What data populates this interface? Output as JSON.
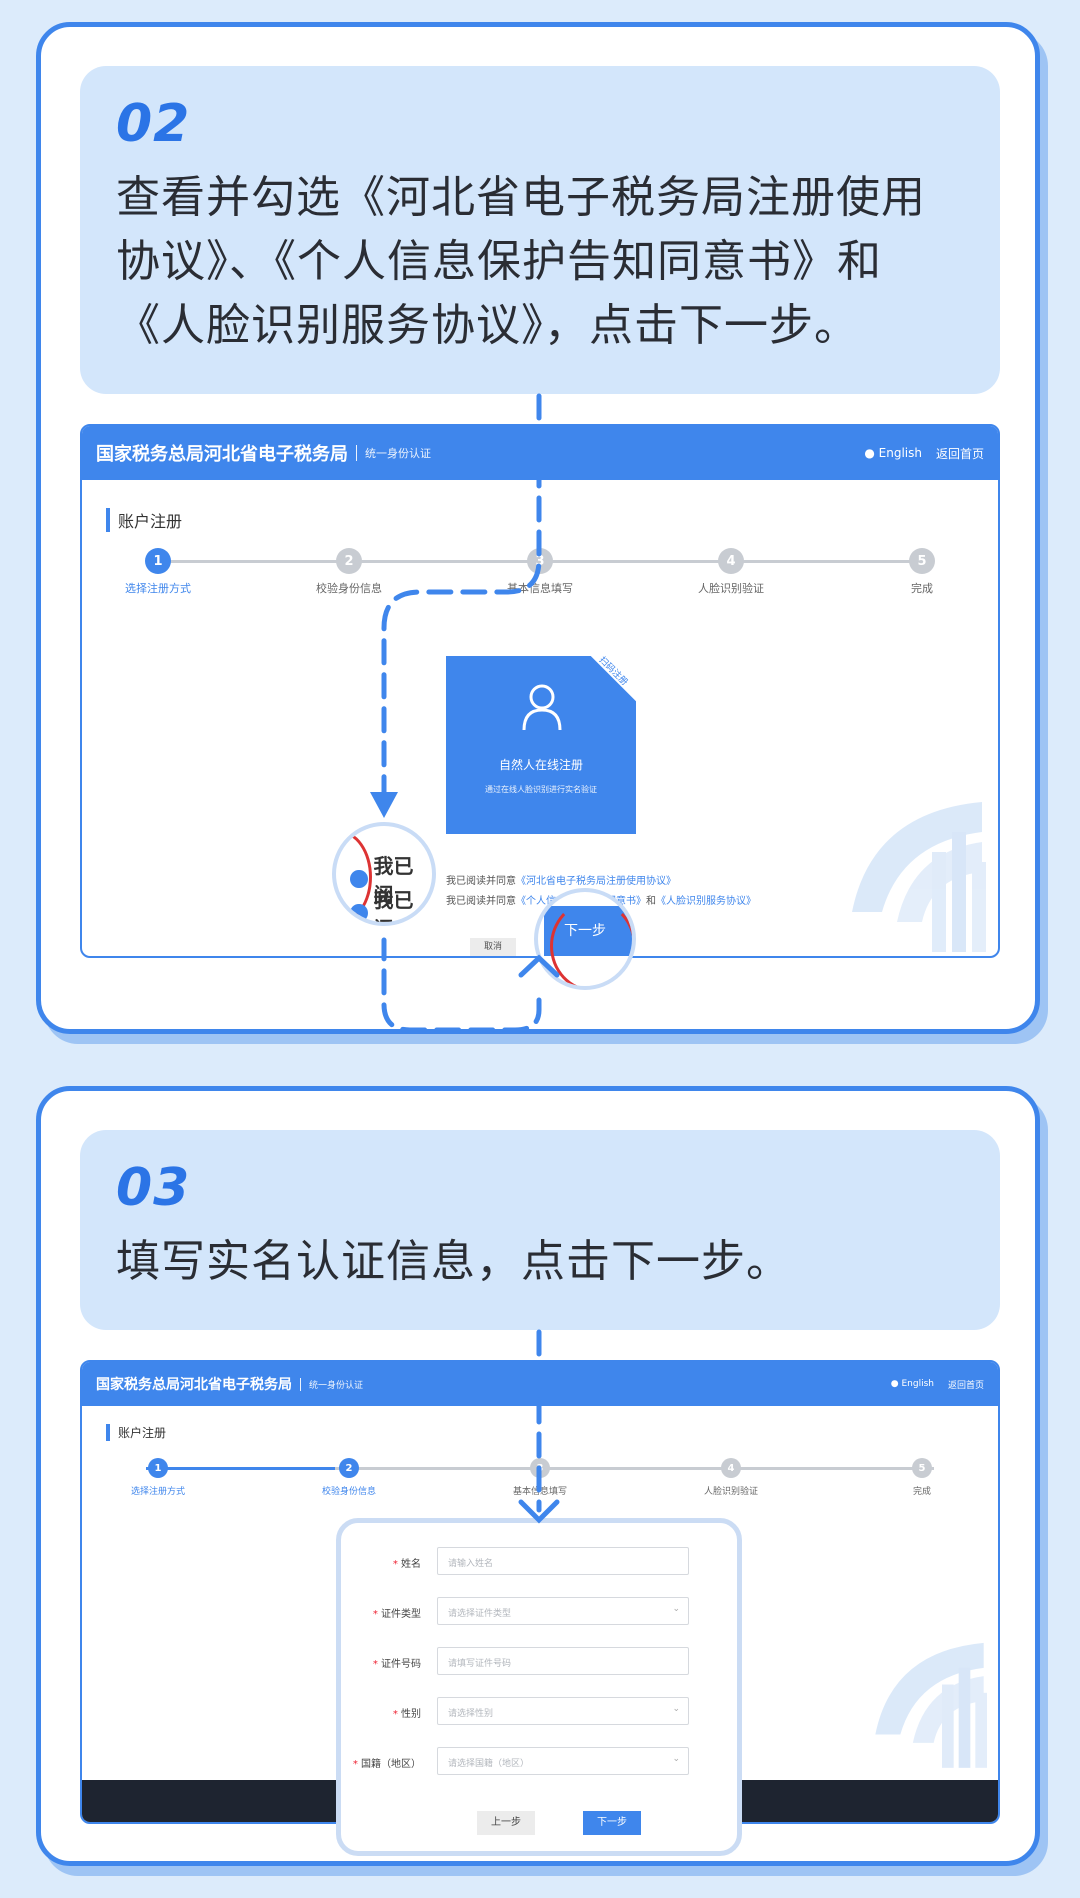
{
  "step2": {
    "number": "02",
    "text": "查看并勾选《河北省电子税务局注册使用协议》、《个人信息保护告知同意书》和《人脸识别服务协议》，点击下一步。"
  },
  "step3": {
    "number": "03",
    "text": "填写实名认证信息，点击下一步。"
  },
  "portal": {
    "title": "国家税务总局河北省电子税务局",
    "subtitle": "统一身份认证",
    "english": "English",
    "home": "返回首页",
    "section_title": "账户注册",
    "steps": [
      {
        "num": "1",
        "label": "选择注册方式"
      },
      {
        "num": "2",
        "label": "校验身份信息"
      },
      {
        "num": "3",
        "label": "基本信息填写"
      },
      {
        "num": "4",
        "label": "人脸识别验证"
      },
      {
        "num": "5",
        "label": "完成"
      }
    ]
  },
  "screen1": {
    "card_title": "自然人在线注册",
    "card_desc": "通过在线人脸识别进行实名验证",
    "card_tag": "扫码注册",
    "agree1_prefix": "我已阅读并同意",
    "agree1_link": "《河北省电子税务局注册使用协议》",
    "agree2_prefix": "我已阅读并同意",
    "agree2_link": "《个人信息保护告知同意书》",
    "agree2_link_b": "《人脸识别服务协议》",
    "agree2_sep": "和",
    "magnify_text": "我已阅",
    "cancel": "取消",
    "next": "下一步"
  },
  "screen2": {
    "fields": [
      {
        "label": "姓名",
        "placeholder": "请输入姓名",
        "select": false
      },
      {
        "label": "证件类型",
        "placeholder": "请选择证件类型",
        "select": true
      },
      {
        "label": "证件号码",
        "placeholder": "请填写证件号码",
        "select": false
      },
      {
        "label": "性别",
        "placeholder": "请选择性别",
        "select": true
      },
      {
        "label": "国籍（地区）",
        "placeholder": "请选择国籍（地区）",
        "select": true
      }
    ],
    "required_mark": "*",
    "prev": "上一步",
    "next": "下一步"
  },
  "colors": {
    "accent": "#3f86ec",
    "background": "#dcebfb",
    "info_panel": "#d3e6fb"
  }
}
